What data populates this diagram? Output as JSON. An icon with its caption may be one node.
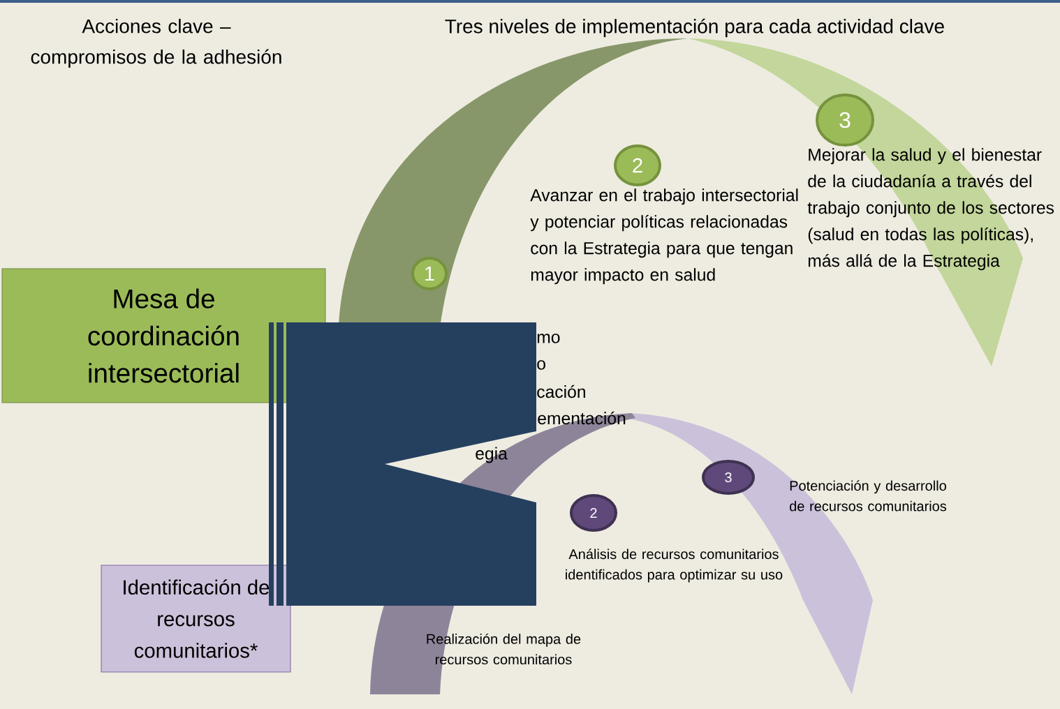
{
  "diagram": {
    "title": "Tres niveles de implementación para cada actividad clave",
    "nodes": [
      {
        "text": [
          "Mesa de coordinación intersectorial"
        ]
      },
      {
        "text": [
          "1"
        ]
      },
      {
        "text": [
          "2"
        ],
        "beside": [
          "Avanzar en el trabajo intersectorial y potenciar políticas relacionadas con la Estrategia para que tengan mayor impacto en salud"
        ]
      },
      {
        "text": [
          "3"
        ],
        "beside": [
          "Mejorar la salud y el bienestar de la ciudadanía a través del trabajo conjunto de los sectores (salud en todas las políticas), más allá de la Estrategia"
        ]
      },
      {
        "text": [
          "Identificación de recursos comunitarios*"
        ]
      },
      {
        "text": [
          "2"
        ],
        "beside": [
          "Análisis de recursos comunitarios identificados para optimizar su uso"
        ]
      },
      {
        "text": [
          "3"
        ],
        "beside": [
          "Potenciación y desarrollo de recursos comunitarios"
        ]
      }
    ],
    "labels": [
      "Acciones clave – compromisos de la adhesión",
      "mo",
      "o",
      "cación",
      "ementación",
      "egia",
      "Realización del mapa de recursos comunitarios"
    ]
  }
}
